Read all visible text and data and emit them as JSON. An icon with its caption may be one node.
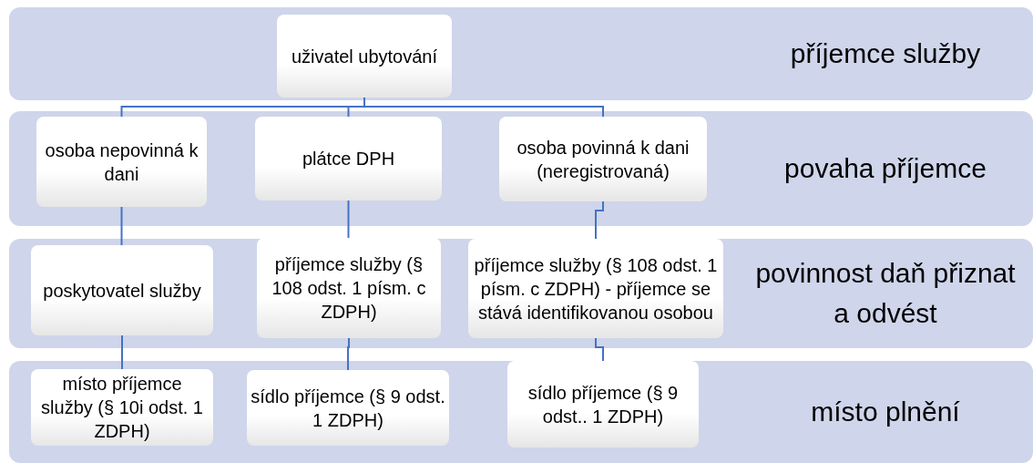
{
  "diagram": {
    "nodes": [
      {
        "text": [
          "příjemce služby"
        ]
      },
      {
        "text": [
          "uživatel ubytování"
        ],
        "in": 0
      },
      {
        "text": [
          "povaha příjemce"
        ]
      },
      {
        "text": [
          "osoba nepovinná k dani"
        ],
        "in": 2
      },
      {
        "text": [
          "plátce DPH"
        ],
        "in": 2
      },
      {
        "text": [
          "osoba povinná k dani (neregistrovaná)"
        ],
        "in": 2
      },
      {
        "text": [
          "povinnost daň přiznat a odvést"
        ]
      },
      {
        "text": [
          "poskytovatel služby"
        ],
        "in": 6
      },
      {
        "text": [
          "příjemce služby (§ 108 odst. 1 písm. c ZDPH)"
        ],
        "in": 6
      },
      {
        "text": [
          "příjemce služby (§ 108 odst. 1 písm. c ZDPH) - příjemce se stává identifikovanou osobou"
        ],
        "in": 6
      },
      {
        "text": [
          "místo plnění"
        ]
      },
      {
        "text": [
          "místo příjemce služby (§ 10i odst. 1 ZDPH)"
        ],
        "in": 10
      },
      {
        "text": [
          "sídlo příjemce (§ 9 odst. 1 ZDPH)"
        ],
        "in": 10
      },
      {
        "text": [
          "sídlo příjemce (§ 9 odst.. 1 ZDPH)"
        ],
        "in": 10
      }
    ],
    "edges": [
      {
        "from": 1,
        "to": 3,
        "arrow": "none"
      },
      {
        "from": 1,
        "to": 4,
        "arrow": "none"
      },
      {
        "from": 1,
        "to": 5,
        "arrow": "none"
      },
      {
        "from": 3,
        "to": 7,
        "arrow": "none"
      },
      {
        "from": 4,
        "to": 8,
        "arrow": "none"
      },
      {
        "from": 5,
        "to": 9,
        "arrow": "none"
      },
      {
        "from": 7,
        "to": 11,
        "arrow": "none"
      },
      {
        "from": 8,
        "to": 12,
        "arrow": "none"
      },
      {
        "from": 9,
        "to": 13,
        "arrow": "none"
      }
    ]
  }
}
